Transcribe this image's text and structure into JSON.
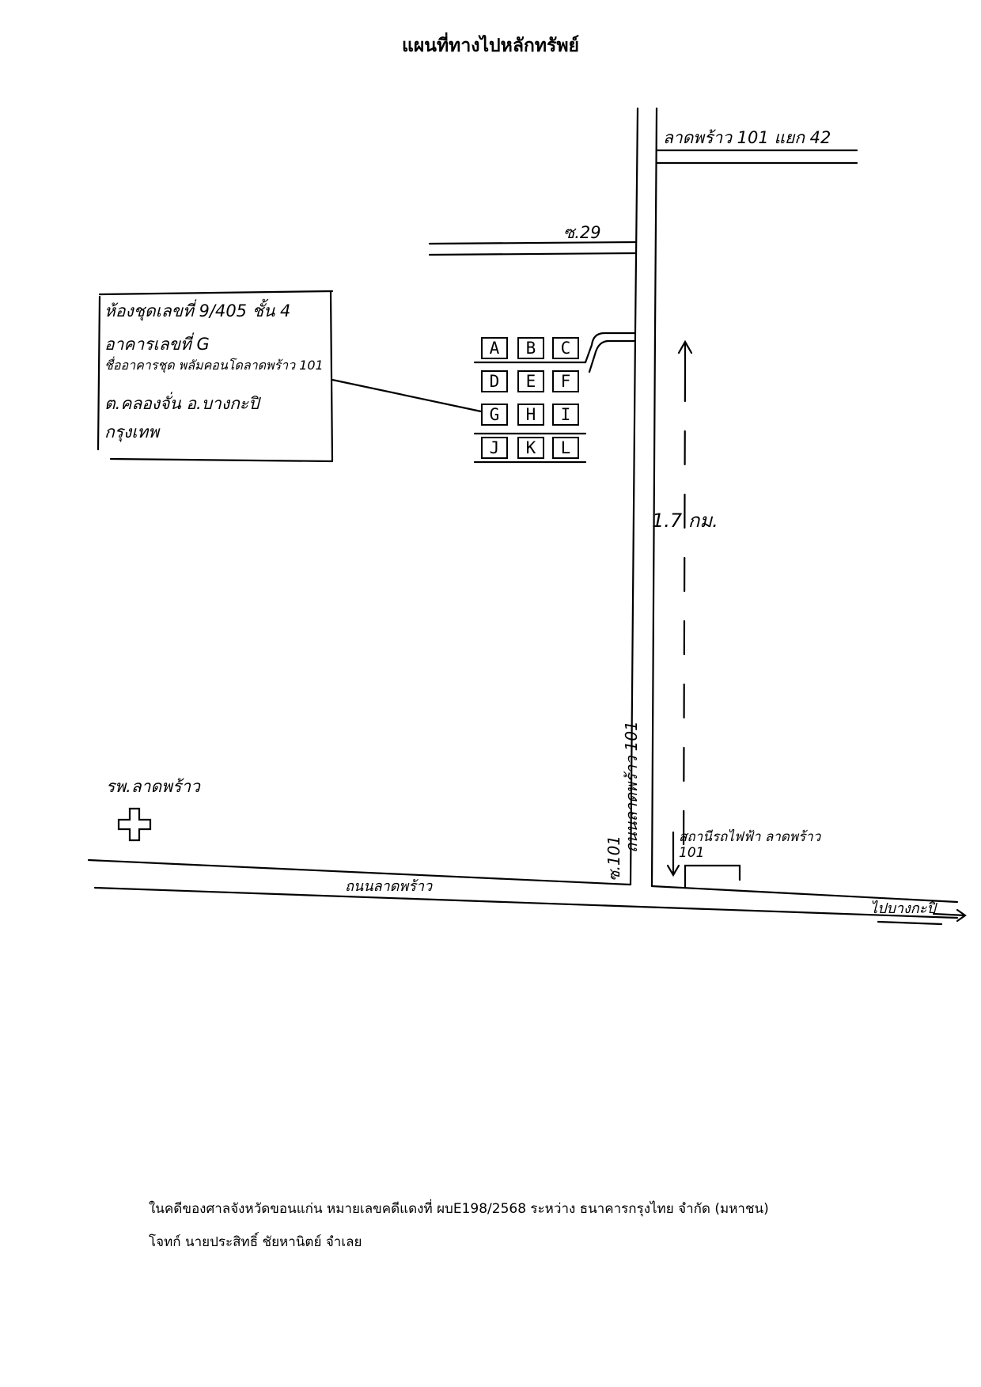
{
  "title": "แผนที่ทางไปหลักทรัพย์",
  "map": {
    "labels": {
      "top_road": "ลาดพร้าว 101 แยก 42",
      "soi_29": "ซ.29",
      "distance": "1.7 กม.",
      "hospital": "รพ.ลาดพร้าว",
      "main_road": "ถนนลาดพร้าว",
      "soi_101_vertical": "ซ.101",
      "soi_name_vertical": "ถนนลาดพร้าว 101",
      "station": "สถานีรถไฟฟ้า ลาดพร้าว 101",
      "direction": "ไปบางกะปิ"
    },
    "note": {
      "line1": "ห้องชุดเลขที่ 9/405 ชั้น 4",
      "line2": "อาคารเลขที่ G",
      "line3": "ชื่ออาคารชุด พลัมคอนโดลาดพร้าว 101",
      "line4": "ต.คลองจั่น อ.บางกะปิ",
      "line5": "กรุงเทพ"
    },
    "buildings": [
      "A",
      "B",
      "C",
      "D",
      "E",
      "F",
      "G",
      "H",
      "I",
      "J",
      "K",
      "L"
    ],
    "icons": [
      "hospital-cross-icon",
      "arrow-up-icon",
      "arrow-right-icon"
    ]
  },
  "footer": {
    "line1": "ในคดีของศาลจังหวัดขอนแก่น หมายเลขคดีแดงที่ ผบE198/2568 ระหว่าง ธนาคารกรุงไทย จำกัด (มหาชน)",
    "line2": "โจทก์  นายประสิทธิ์ ชัยหานิตย์  จำเลย"
  }
}
